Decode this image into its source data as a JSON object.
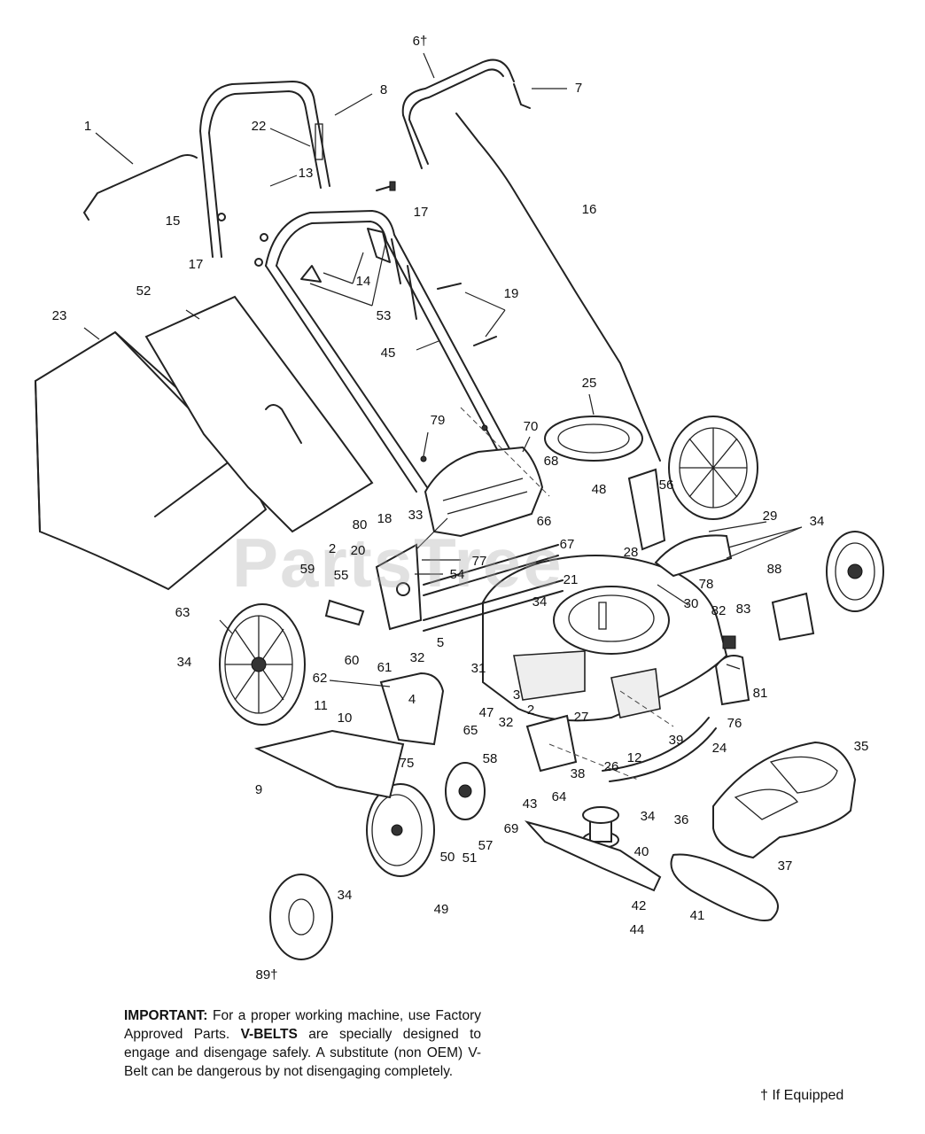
{
  "watermark": "PartsTree",
  "labels": [
    {
      "id": "1",
      "text": "1"
    },
    {
      "id": "6t",
      "text": "6†"
    },
    {
      "id": "7",
      "text": "7"
    },
    {
      "id": "8",
      "text": "8"
    },
    {
      "id": "22",
      "text": "22"
    },
    {
      "id": "13",
      "text": "13"
    },
    {
      "id": "15",
      "text": "15"
    },
    {
      "id": "17a",
      "text": "17"
    },
    {
      "id": "17b",
      "text": "17"
    },
    {
      "id": "16",
      "text": "16"
    },
    {
      "id": "14",
      "text": "14"
    },
    {
      "id": "52",
      "text": "52"
    },
    {
      "id": "23",
      "text": "23"
    },
    {
      "id": "53",
      "text": "53"
    },
    {
      "id": "19",
      "text": "19"
    },
    {
      "id": "45",
      "text": "45"
    },
    {
      "id": "25",
      "text": "25"
    },
    {
      "id": "79",
      "text": "79"
    },
    {
      "id": "70",
      "text": "70"
    },
    {
      "id": "68",
      "text": "68"
    },
    {
      "id": "48",
      "text": "48"
    },
    {
      "id": "56",
      "text": "56"
    },
    {
      "id": "29",
      "text": "29"
    },
    {
      "id": "34a",
      "text": "34"
    },
    {
      "id": "18",
      "text": "18"
    },
    {
      "id": "33",
      "text": "33"
    },
    {
      "id": "80",
      "text": "80"
    },
    {
      "id": "66",
      "text": "66"
    },
    {
      "id": "67",
      "text": "67"
    },
    {
      "id": "28",
      "text": "28"
    },
    {
      "id": "88",
      "text": "88"
    },
    {
      "id": "2a",
      "text": "2"
    },
    {
      "id": "20",
      "text": "20"
    },
    {
      "id": "77",
      "text": "77"
    },
    {
      "id": "59",
      "text": "59"
    },
    {
      "id": "55",
      "text": "55"
    },
    {
      "id": "54",
      "text": "54"
    },
    {
      "id": "21",
      "text": "21"
    },
    {
      "id": "78",
      "text": "78"
    },
    {
      "id": "30",
      "text": "30"
    },
    {
      "id": "63",
      "text": "63"
    },
    {
      "id": "82",
      "text": "82"
    },
    {
      "id": "83",
      "text": "83"
    },
    {
      "id": "34b",
      "text": "34"
    },
    {
      "id": "32a",
      "text": "32"
    },
    {
      "id": "60",
      "text": "60"
    },
    {
      "id": "61",
      "text": "61"
    },
    {
      "id": "5",
      "text": "5"
    },
    {
      "id": "31",
      "text": "31"
    },
    {
      "id": "62",
      "text": "62"
    },
    {
      "id": "34c",
      "text": "34"
    },
    {
      "id": "3",
      "text": "3"
    },
    {
      "id": "11",
      "text": "11"
    },
    {
      "id": "4",
      "text": "4"
    },
    {
      "id": "81",
      "text": "81"
    },
    {
      "id": "10",
      "text": "10"
    },
    {
      "id": "2b",
      "text": "2"
    },
    {
      "id": "27",
      "text": "27"
    },
    {
      "id": "47",
      "text": "47"
    },
    {
      "id": "76",
      "text": "76"
    },
    {
      "id": "65",
      "text": "65"
    },
    {
      "id": "32b",
      "text": "32"
    },
    {
      "id": "39",
      "text": "39"
    },
    {
      "id": "12",
      "text": "12"
    },
    {
      "id": "24",
      "text": "24"
    },
    {
      "id": "35",
      "text": "35"
    },
    {
      "id": "26",
      "text": "26"
    },
    {
      "id": "58",
      "text": "58"
    },
    {
      "id": "75",
      "text": "75"
    },
    {
      "id": "9",
      "text": "9"
    },
    {
      "id": "38",
      "text": "38"
    },
    {
      "id": "43",
      "text": "43"
    },
    {
      "id": "64",
      "text": "64"
    },
    {
      "id": "34d",
      "text": "34"
    },
    {
      "id": "36",
      "text": "36"
    },
    {
      "id": "69",
      "text": "69"
    },
    {
      "id": "57",
      "text": "57"
    },
    {
      "id": "40",
      "text": "40"
    },
    {
      "id": "50",
      "text": "50"
    },
    {
      "id": "51",
      "text": "51"
    },
    {
      "id": "37",
      "text": "37"
    },
    {
      "id": "34e",
      "text": "34"
    },
    {
      "id": "42",
      "text": "42"
    },
    {
      "id": "41",
      "text": "41"
    },
    {
      "id": "49",
      "text": "49"
    },
    {
      "id": "44",
      "text": "44"
    },
    {
      "id": "89t",
      "text": "89†"
    },
    {
      "id": "34f",
      "text": "34"
    }
  ],
  "note": {
    "lead": "IMPORTANT:",
    "body1": " For a proper working machine, use Factory Approved Parts. ",
    "vbelts": "V-BELTS",
    "body2": " are specially designed to engage and disengage safely. A substitute (non OEM) V-Belt can be dangerous by not disengaging completely."
  },
  "footnote": "† If Equipped"
}
